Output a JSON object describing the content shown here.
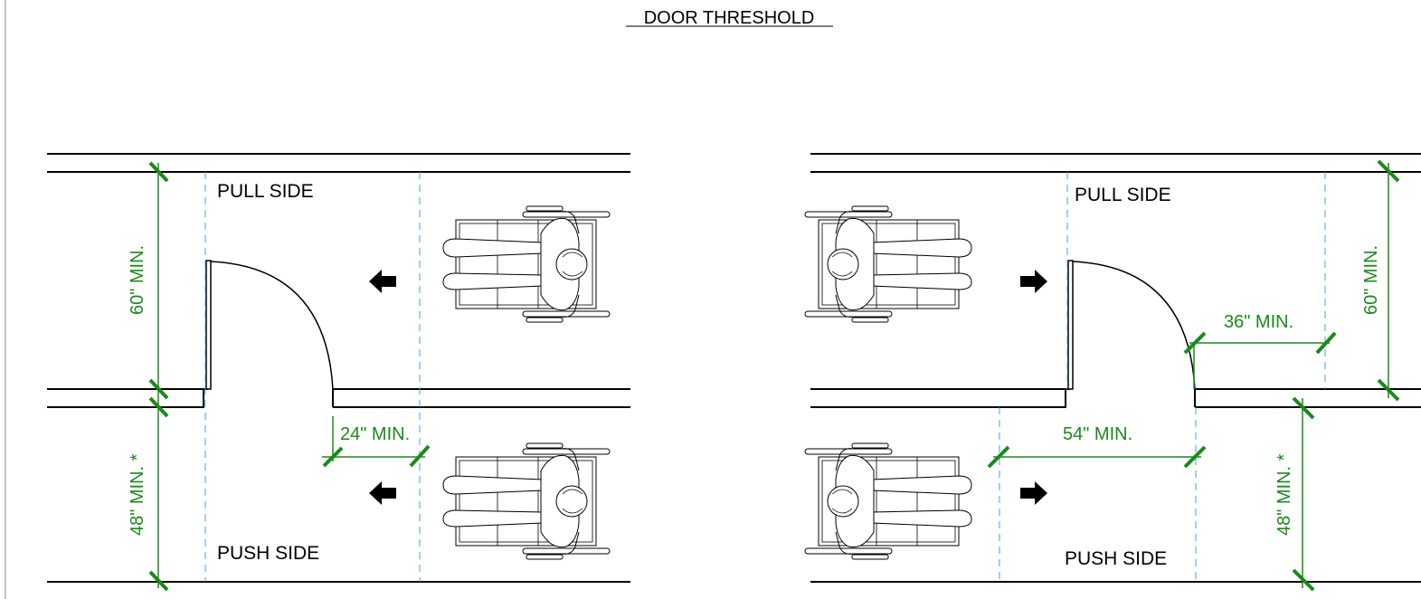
{
  "title": "DOOR THRESHOLD",
  "colors": {
    "dimension": "#1a8a1a",
    "guide": "#4a9fd8",
    "line": "#000000"
  },
  "left_panel": {
    "pull_label": "PULL SIDE",
    "push_label": "PUSH SIDE",
    "dim_pull_depth": "60\" MIN.",
    "dim_push_depth": "48\" MIN. *",
    "dim_latch_clearance": "24\" MIN.",
    "arrow_direction": "left"
  },
  "right_panel": {
    "pull_label": "PULL SIDE",
    "push_label": "PUSH SIDE",
    "dim_pull_depth": "60\" MIN.",
    "dim_push_depth": "48\" MIN. *",
    "dim_pull_clearance": "36\" MIN.",
    "dim_push_clearance": "54\" MIN.",
    "arrow_direction": "right"
  }
}
